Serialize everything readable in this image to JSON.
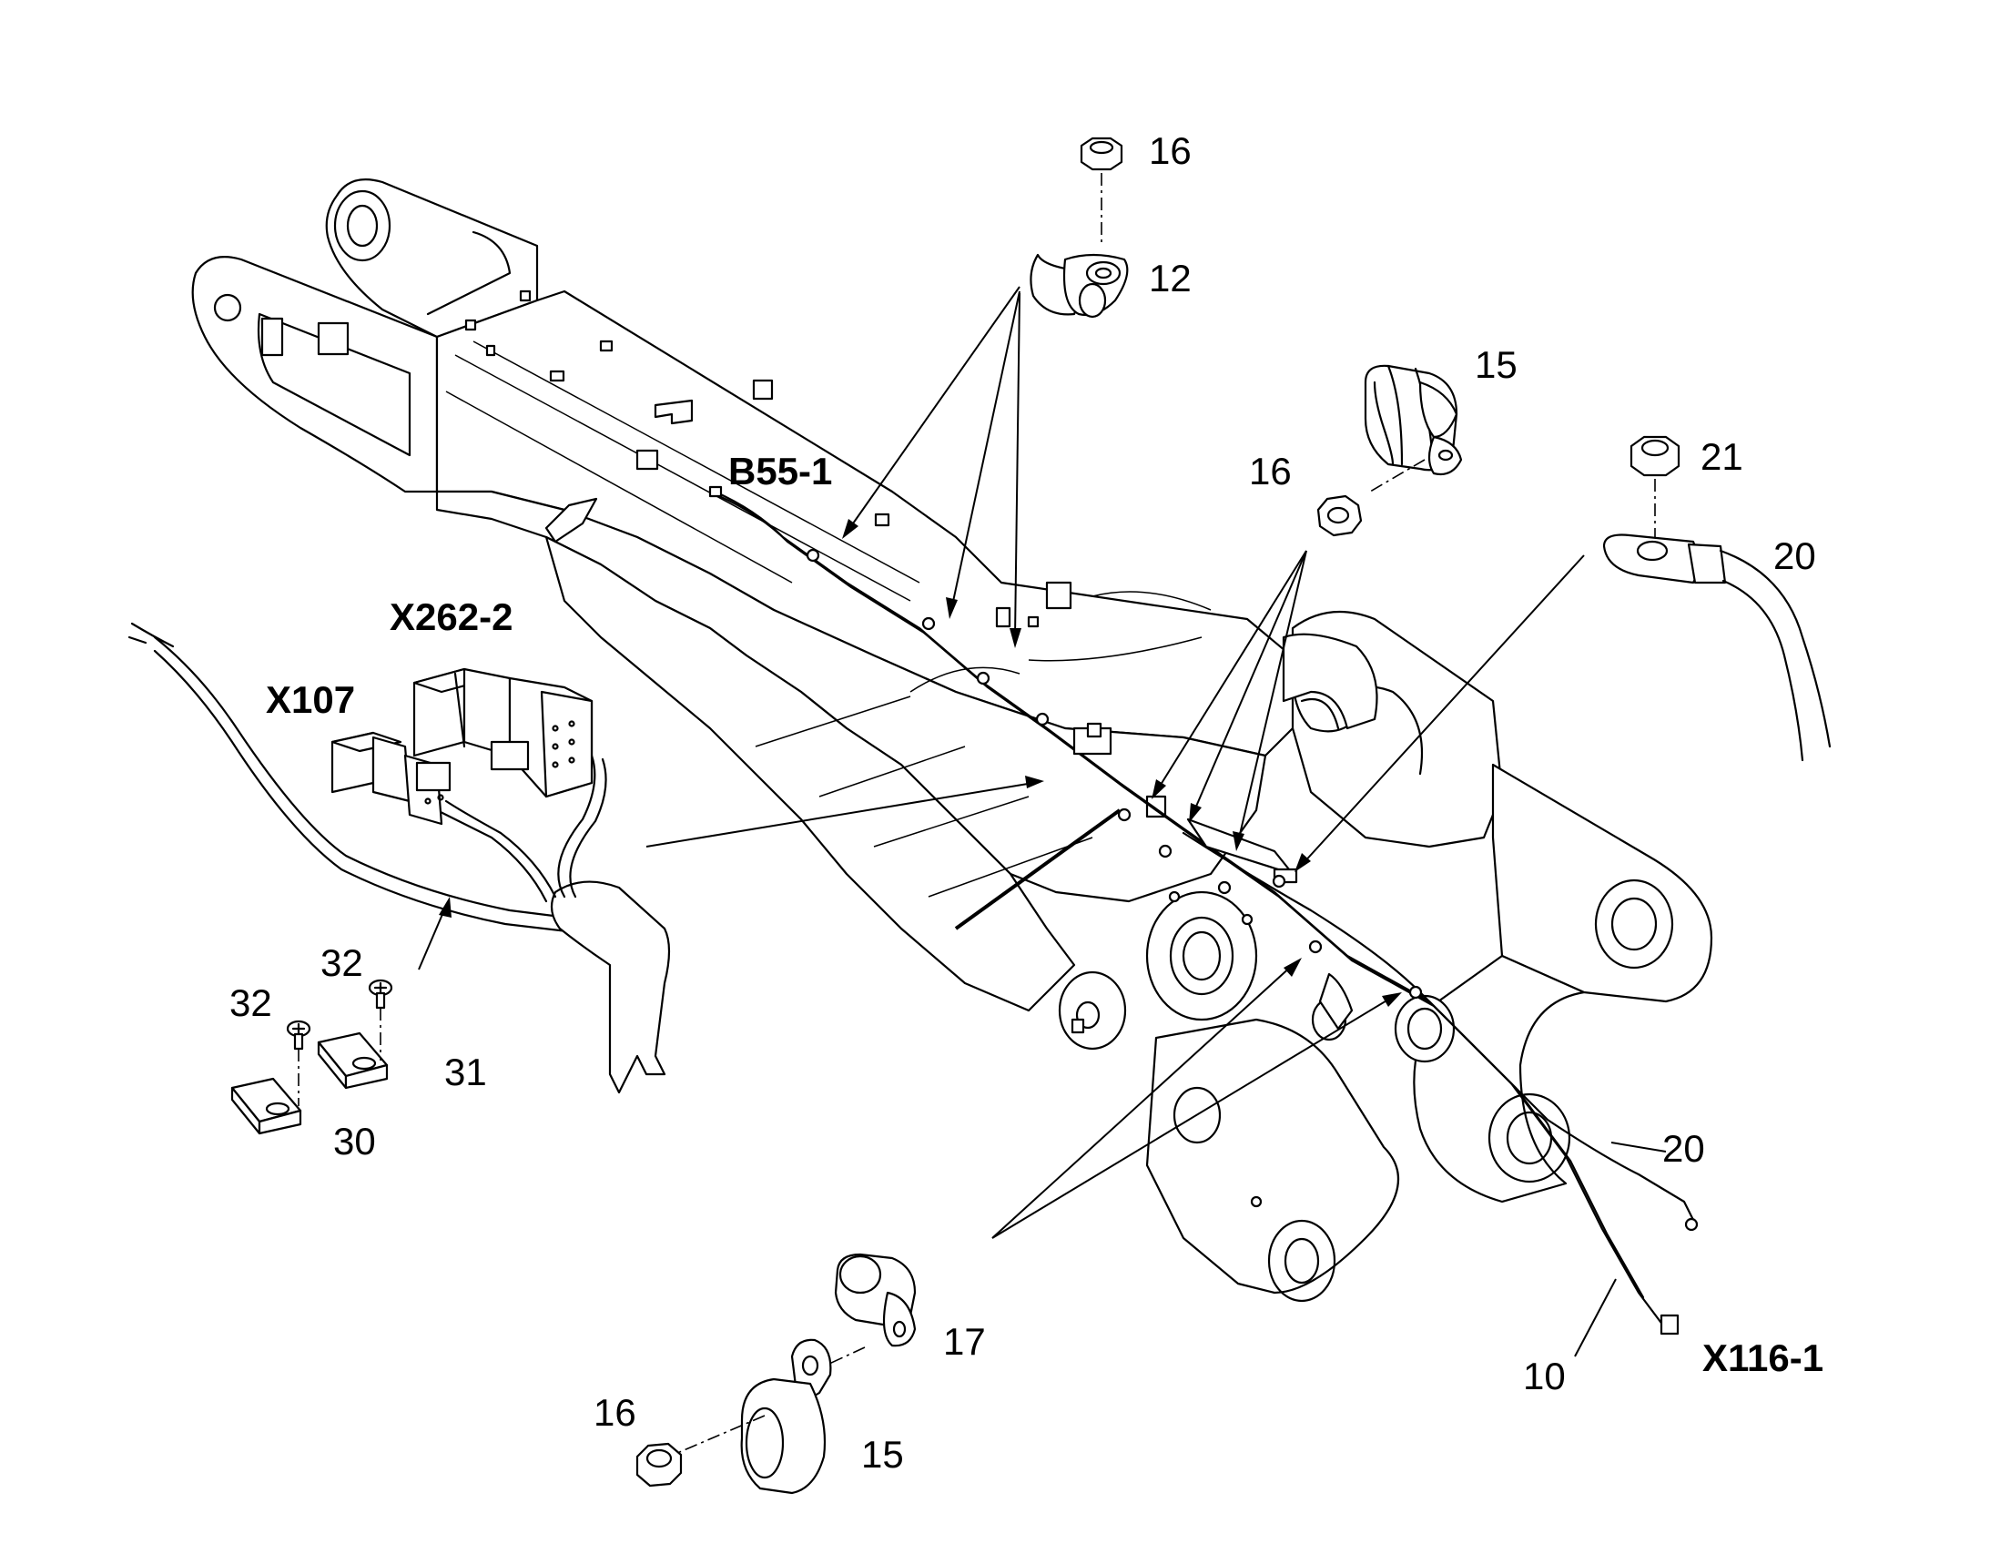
{
  "callouts": {
    "c16_top": "16",
    "c12": "12",
    "c15_right": "15",
    "c16_mid": "16",
    "c21": "21",
    "c20_top": "20",
    "b55": "B55-1",
    "x262": "X262-2",
    "x107": "X107",
    "c32_a": "32",
    "c32_b": "32",
    "c31": "31",
    "c30": "30",
    "c20_bottom": "20",
    "c17": "17",
    "c16_bottom": "16",
    "c15_bottom": "15",
    "c10": "10",
    "x116": "X116-1"
  }
}
